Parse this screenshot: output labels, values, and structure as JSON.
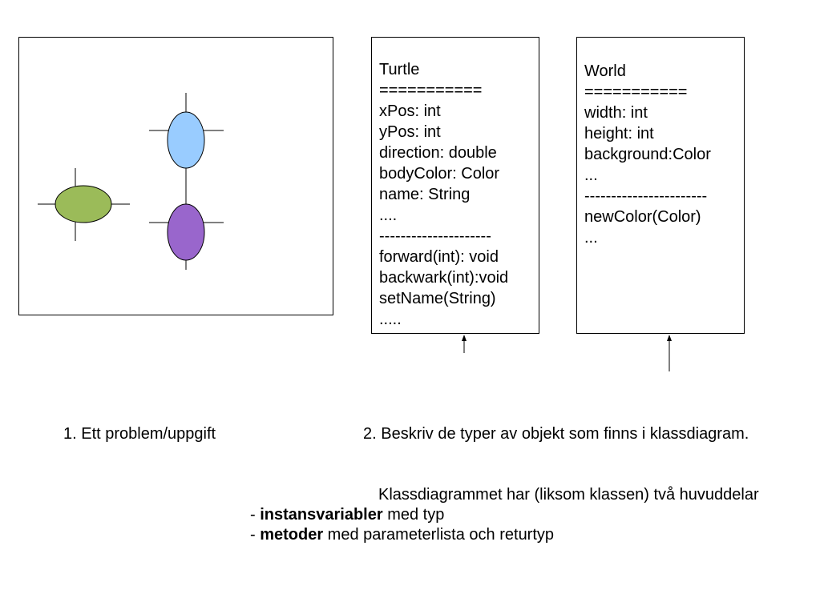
{
  "scene": {
    "turtles": [
      {
        "name": "green-turtle",
        "color": "#9bbb59"
      },
      {
        "name": "blue-turtle",
        "color": "#99ccff"
      },
      {
        "name": "purple-turtle",
        "color": "#9966cc"
      }
    ]
  },
  "turtle_class": {
    "lines": [
      "Turtle",
      "===========",
      "xPos: int",
      "yPos: int",
      "direction: double",
      "bodyColor: Color",
      "name: String",
      "....",
      "---------------------",
      "forward(int): void",
      "backwark(int):void",
      "setName(String)",
      "....."
    ]
  },
  "world_class": {
    "lines": [
      "World",
      "===========",
      "width: int",
      "height: int",
      "background:Color",
      "...",
      "-----------------------",
      "newColor(Color)",
      "..."
    ]
  },
  "captions": {
    "step1": "1. Ett problem/uppgift",
    "step2": "2. Beskriv de typer av objekt som finns i klassdiagram."
  },
  "notes": {
    "intro": "Klassdiagrammet har (liksom klassen) två huvuddelar",
    "item1_prefix": "- ",
    "item1_bold": "instansvariabler",
    "item1_rest": " med typ",
    "item2_prefix": "- ",
    "item2_bold": "metoder",
    "item2_rest": " med parameterlista och returtyp"
  }
}
